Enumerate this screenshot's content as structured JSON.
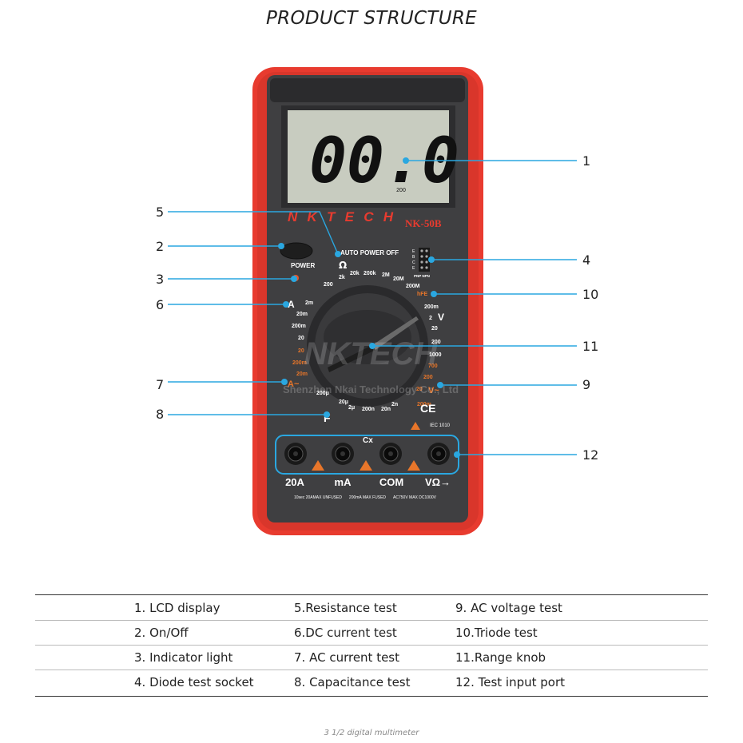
{
  "page": {
    "title": "PRODUCT STRUCTURE",
    "footer": "3 1/2 digital multimeter"
  },
  "device": {
    "brand": "NKTECH",
    "model": "NK-50B",
    "lcd_reading": "00.0",
    "lcd_range": "200",
    "power_label": "POWER",
    "auto_power_off": "AUTO POWER OFF",
    "ohm_symbol": "Ω",
    "hfe_label": "hFE",
    "ce_mark": "CE",
    "iec_label": "IEC 1010",
    "cx_label": "Cx",
    "f_label": "F",
    "dcv_label": "V",
    "acv_label": "V~",
    "dca_label": "A",
    "aca_label": "A~",
    "pnp_npn": "PNP NPN",
    "transistor_pins": [
      "E",
      "B",
      "C",
      "E"
    ],
    "watermark_logo": "NKTECH",
    "watermark_text": "Shenzhen Nkai Technology Co., Ltd",
    "ports": [
      {
        "label": "20A",
        "note": "10sec 20AMAX UNFUSED"
      },
      {
        "label": "mA",
        "note": "200mA MAX FUSED"
      },
      {
        "label": "COM",
        "note": "AC750V MAX DC1000V"
      },
      {
        "label": "VΩ→",
        "note": ""
      }
    ],
    "dial": {
      "ohm": [
        "200",
        "2k",
        "20k",
        "200k",
        "2M",
        "20M",
        "200M"
      ],
      "dcv": [
        "200m",
        "2",
        "20",
        "200",
        "1000"
      ],
      "acv": [
        "700",
        "200",
        "20"
      ],
      "cap": [
        "2n",
        "20n",
        "200n",
        "2μ",
        "20μ",
        "200μ"
      ],
      "aca": [
        "20",
        "200m",
        "20m"
      ],
      "dca": [
        "2m",
        "20m",
        "200m",
        "20"
      ],
      "other": [
        "200m"
      ]
    }
  },
  "callouts": [
    "1",
    "2",
    "3",
    "4",
    "5",
    "6",
    "7",
    "8",
    "9",
    "10",
    "11",
    "12"
  ],
  "legend": [
    [
      "1. LCD display",
      "5.Resistance test",
      "9. AC voltage test"
    ],
    [
      "2. On/Off",
      "6.DC current test",
      "10.Triode test"
    ],
    [
      "3. Indicator light",
      "7. AC current test",
      "11.Range knob"
    ],
    [
      "4. Diode test socket",
      "8. Capacitance test",
      "12. Test input port"
    ]
  ],
  "colors": {
    "case": "#e83b2f",
    "face": "#4a4a4c",
    "lcd": "#c8ccc0",
    "callout": "#2aa7e0",
    "white_text": "#ffffff",
    "orange_text": "#e8762a"
  }
}
